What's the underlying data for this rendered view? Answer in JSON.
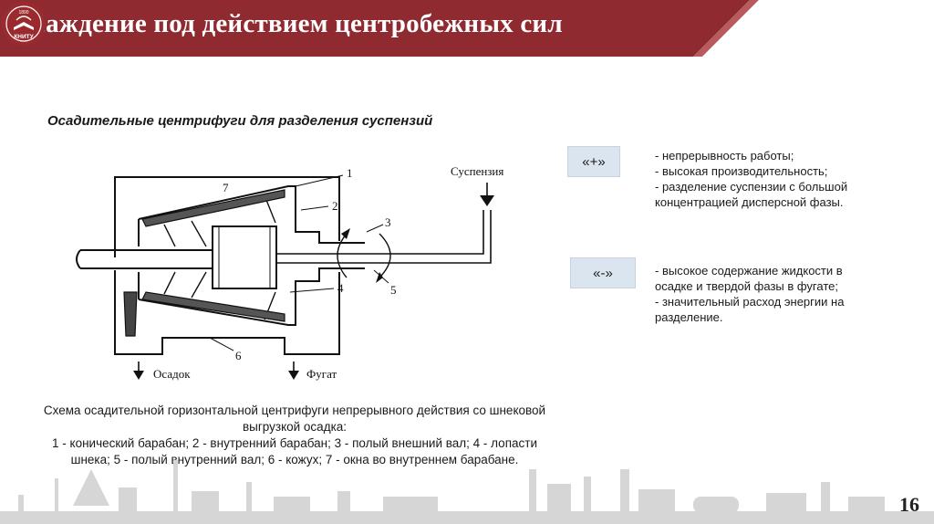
{
  "header": {
    "title": "Осаждение под действием центробежных сил",
    "logo": {
      "year": "1890",
      "abbr": "КНИТУ"
    }
  },
  "subtitle": "Осадительные центрифуги для разделения суспензий",
  "diagram": {
    "labels": {
      "n1": "1",
      "n2": "2",
      "n3": "3",
      "n4": "4",
      "n5": "5",
      "n6": "6",
      "n7": "7",
      "suspension": "Суспензия",
      "sediment": "Осадок",
      "fugate": "Фугат"
    }
  },
  "caption": [
    "Схема осадительной горизонтальной центрифуги непрерывного действия со шнековой выгрузкой осадка:",
    "1 - конический барабан; 2 - внутренний барабан; 3 - полый внешний вал; 4 - лопасти шнека; 5 - полый внутренний вал; 6 - кожух; 7 - окна во внутреннем барабане."
  ],
  "advantages": {
    "badge": "«+»",
    "items": [
      "- непрерывность работы;",
      "- высокая производительность;",
      "- разделение суспензии с большой",
      "концентрацией дисперсной фазы."
    ]
  },
  "disadvantages": {
    "badge": "«-»",
    "items": [
      "- высокое содержание жидкости в",
      "осадке и твердой фазы в фугате;",
      "- значительный расход энергии на",
      "разделение."
    ]
  },
  "page_number": "16",
  "colors": {
    "header_bg": "#8f2b30",
    "header_stripe": "#ffffff",
    "badge_bg": "#dbe5ef",
    "skyline": "#d9d9d9"
  }
}
